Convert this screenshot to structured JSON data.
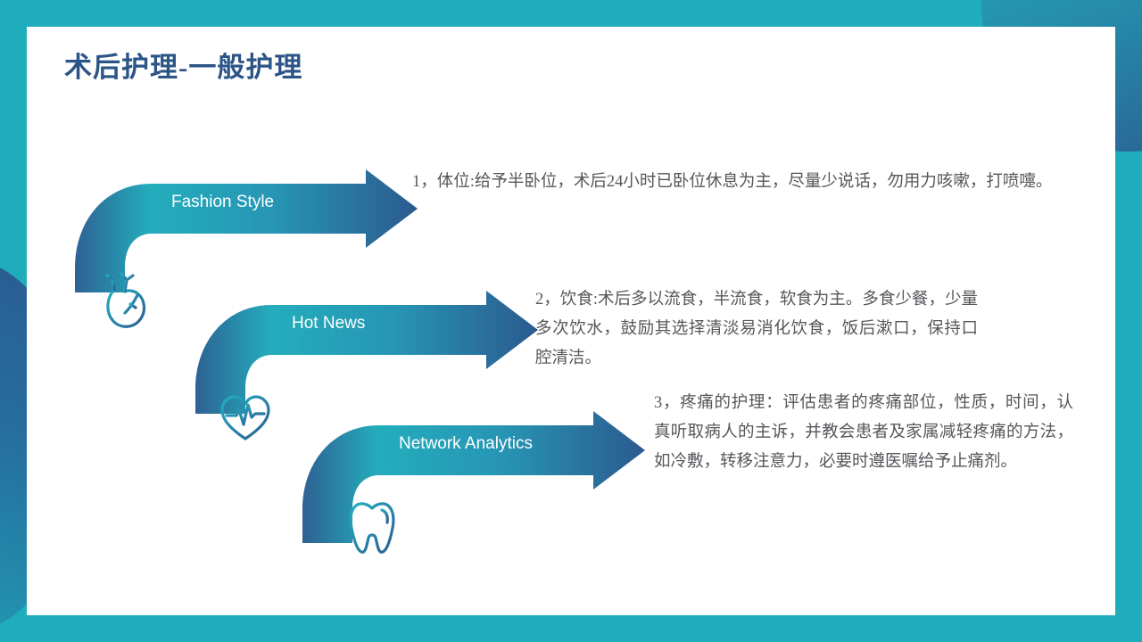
{
  "slide": {
    "title": "术后护理-一般护理",
    "background_color": "#1FADBB",
    "card_color": "#FFFFFF",
    "title_color": "#2B5487",
    "arrow_gradient_start": "#23B4C0",
    "arrow_gradient_end": "#2B5A8F",
    "icon_color": "#2C9BAE"
  },
  "arrows": [
    {
      "label": "Fashion Style",
      "icon": "anatomical-heart-icon"
    },
    {
      "label": "Hot News",
      "icon": "heartbeat-heart-icon"
    },
    {
      "label": "Network Analytics",
      "icon": "tooth-icon"
    }
  ],
  "paragraphs": [
    {
      "text": "1，体位:给予半卧位，术后24小时已卧位休息为主，尽量少说话，勿用力咳嗽，打喷嚏。"
    },
    {
      "text": "2，饮食:术后多以流食，半流食，软食为主。多食少餐，少量多次饮水，鼓励其选择清淡易消化饮食，饭后漱口，保持口腔清洁。"
    },
    {
      "text": "3，疼痛的护理：评估患者的疼痛部位，性质，时间，认真听取病人的主诉，并教会患者及家属减轻疼痛的方法，如冷敷，转移注意力，必要时遵医嘱给予止痛剂。"
    }
  ]
}
